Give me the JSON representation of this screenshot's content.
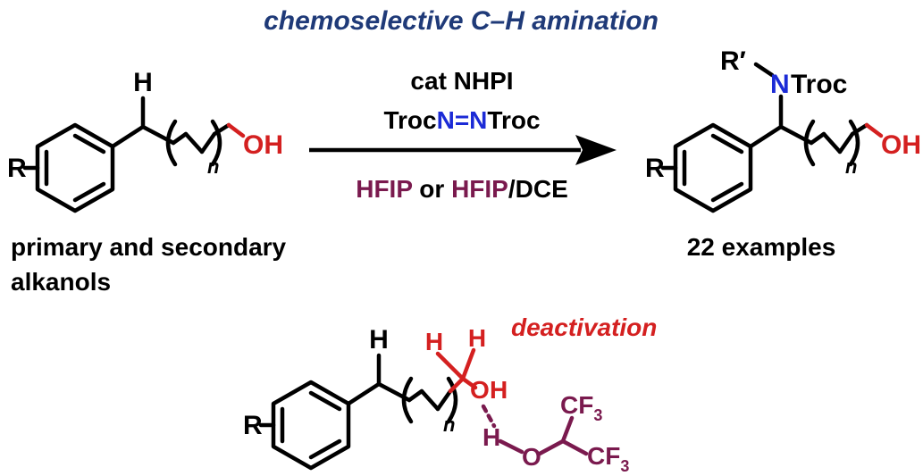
{
  "title": "chemoselective C–H amination",
  "colors": {
    "title_blue": "#1f3a78",
    "oxygen_red": "#d42020",
    "nitrogen_blue": "#1c2bd6",
    "hfip_purple": "#7a1a4e",
    "bond_black": "#000000"
  },
  "substrate": {
    "r_label": "R",
    "h_label": "H",
    "n_label": "n",
    "oh_label": "OH",
    "caption_line1": "primary and secondary",
    "caption_line2": "alkanols"
  },
  "conditions": {
    "catalyst": "cat NHPI",
    "reagent_left": "Troc",
    "reagent_n1": "N",
    "reagent_double": "=",
    "reagent_n2": "N",
    "reagent_right": "Troc",
    "solvent_a": "HFIP",
    "solvent_or": " or ",
    "solvent_b": "HFIP",
    "solvent_sep": "/DCE"
  },
  "product": {
    "r_prime_label": "R′",
    "n_label": "N",
    "troc_label": "Troc",
    "r_label": "R",
    "n_sub_label": "n",
    "oh_label": "OH",
    "caption": "22 examples"
  },
  "deactivation": {
    "label": "deactivation",
    "r_label": "R",
    "h_label": "H",
    "ha_label": "H",
    "hb_label": "H",
    "n_label": "n",
    "oh_o": "O",
    "oh_h": "H",
    "hfip_h": "H",
    "hfip_o": "O",
    "cf3_top": "CF",
    "cf3_top_sub": "3",
    "cf3_bottom": "CF",
    "cf3_bottom_sub": "3"
  }
}
